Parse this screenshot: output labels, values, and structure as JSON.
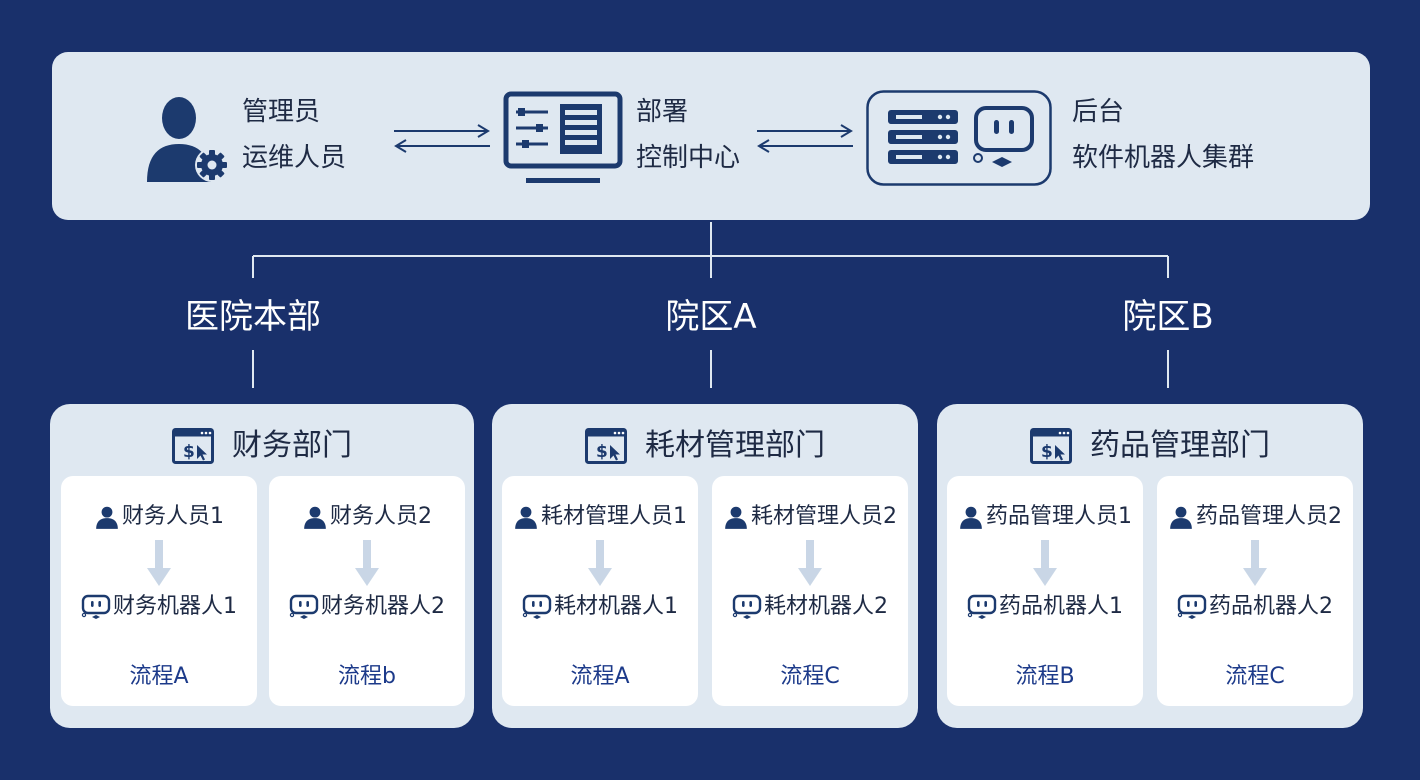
{
  "top": {
    "admin_line1": "管理员",
    "admin_line2": "运维人员",
    "center_line1": "部署",
    "center_line2": "控制中心",
    "backend_line1": "后台",
    "backend_line2": "软件机器人集群"
  },
  "campuses": [
    "医院本部",
    "院区A",
    "院区B"
  ],
  "departments": [
    {
      "title": "财务部门",
      "cards": [
        {
          "person": "财务人员1",
          "robot": "财务机器人1",
          "flow": "流程A"
        },
        {
          "person": "财务人员2",
          "robot": "财务机器人2",
          "flow": "流程b"
        }
      ]
    },
    {
      "title": "耗材管理部门",
      "cards": [
        {
          "person": "耗材管理人员1",
          "robot": "耗材机器人1",
          "flow": "流程A"
        },
        {
          "person": "耗材管理人员2",
          "robot": "耗材机器人2",
          "flow": "流程C"
        }
      ]
    },
    {
      "title": "药品管理部门",
      "cards": [
        {
          "person": "药品管理人员1",
          "robot": "药品机器人1",
          "flow": "流程B"
        },
        {
          "person": "药品管理人员2",
          "robot": "药品机器人2",
          "flow": "流程C"
        }
      ]
    }
  ],
  "colors": {
    "background": "#19306b",
    "panel": "#dfe8f1",
    "card": "#ffffff",
    "icon": "#1c3a6e",
    "arrow": "#c9d6e6",
    "flow_text": "#1c3a8a"
  }
}
